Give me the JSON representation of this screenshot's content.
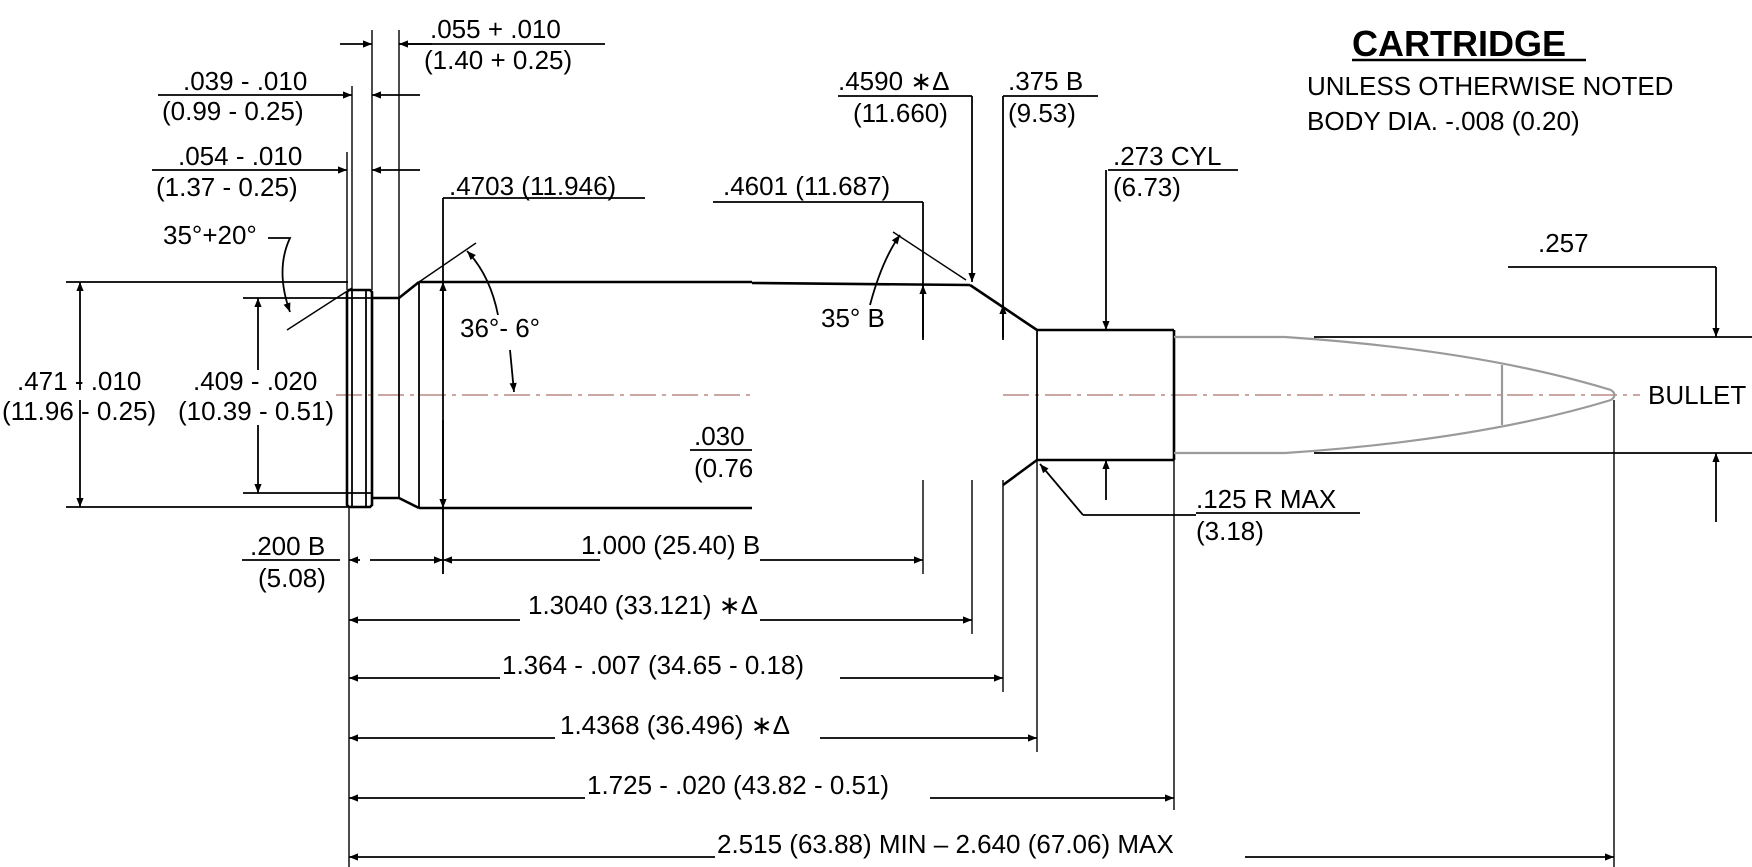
{
  "title": "CARTRIDGE",
  "notes": {
    "line1": "UNLESS OTHERWISE NOTED",
    "line2": "BODY DIA. -.008 (0.20)"
  },
  "labels": {
    "bullet": "BULLET",
    "bullet_dia": ".257",
    "rim_thick_in": ".055 + .010",
    "rim_thick_mm": "(1.40 + 0.25)",
    "groove_w1_in": ".039 - .010",
    "groove_w1_mm": "(0.99 - 0.25)",
    "groove_w2_in": ".054 - .010",
    "groove_w2_mm": "(1.37 - 0.25)",
    "bevel_angle": "35°+20°",
    "rim_dia_in": ".471 - .010",
    "rim_dia_mm": "(11.96 - 0.25)",
    "groove_dia_in": ".409 - .020",
    "groove_dia_mm": "(10.39 - 0.51)",
    "base_dia": ".4703 (11.946)",
    "extractor_angle": "36°- 6°",
    "body_dia": ".4601 (11.687)",
    "shoulder_angle": "35° B",
    "shoulder_dia_in": ".4590 ∗Δ",
    "shoulder_dia_mm": "(11.660)",
    "neck_ref_in": ".375 B",
    "neck_ref_mm": "(9.53)",
    "neck_dia_in": ".273 CYL",
    "neck_dia_mm": "(6.73)",
    "fillet_in": ".030",
    "fillet_mm": "(0.76",
    "neck_radius_in": ".125 R MAX",
    "neck_radius_mm": "(3.18)",
    "base_len_in": ".200 B",
    "base_len_mm": "(5.08)",
    "body_len": "1.000 (25.40) B",
    "len_shoulder_start": "1.3040 (33.121) ∗Δ",
    "len_shoulder_datum": "1.364 - .007 (34.65 - 0.18)",
    "len_shoulder_end": "1.4368 (36.496) ∗Δ",
    "case_len": "1.725 - .020 (43.82 - 0.51)",
    "overall_len": "2.515 (63.88) MIN – 2.640 (67.06) MAX"
  }
}
